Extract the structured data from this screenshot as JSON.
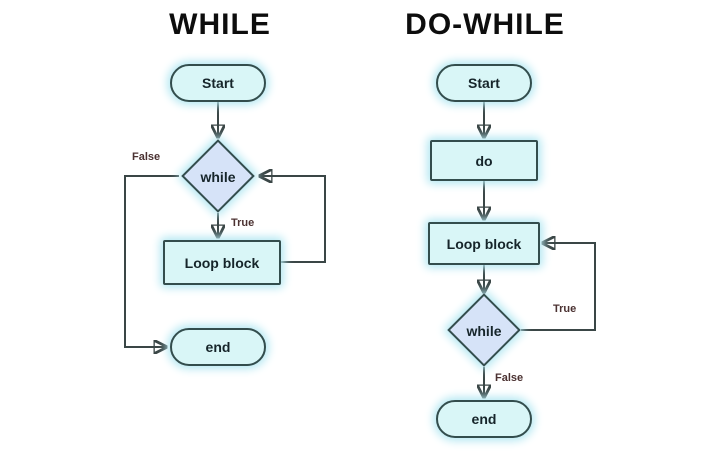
{
  "left_chart": {
    "title": "WHILE",
    "nodes": {
      "start": "Start",
      "condition": "while",
      "loop_block": "Loop block",
      "end": "end"
    },
    "edges": {
      "false_label": "False",
      "true_label": "True"
    }
  },
  "right_chart": {
    "title": "DO-WHILE",
    "nodes": {
      "start": "Start",
      "do": "do",
      "loop_block": "Loop block",
      "condition": "while",
      "end": "end"
    },
    "edges": {
      "true_label": "True",
      "false_label": "False"
    }
  },
  "colors": {
    "node_fill": "#d9f6f7",
    "diamond_fill": "#d6e3f8",
    "node_border": "#334d4d",
    "glow": "#b5e8f2",
    "arrow": "#3a4646",
    "edge_label": "#4b3232",
    "title": "#0d0d0d",
    "background": "#ffffff"
  }
}
